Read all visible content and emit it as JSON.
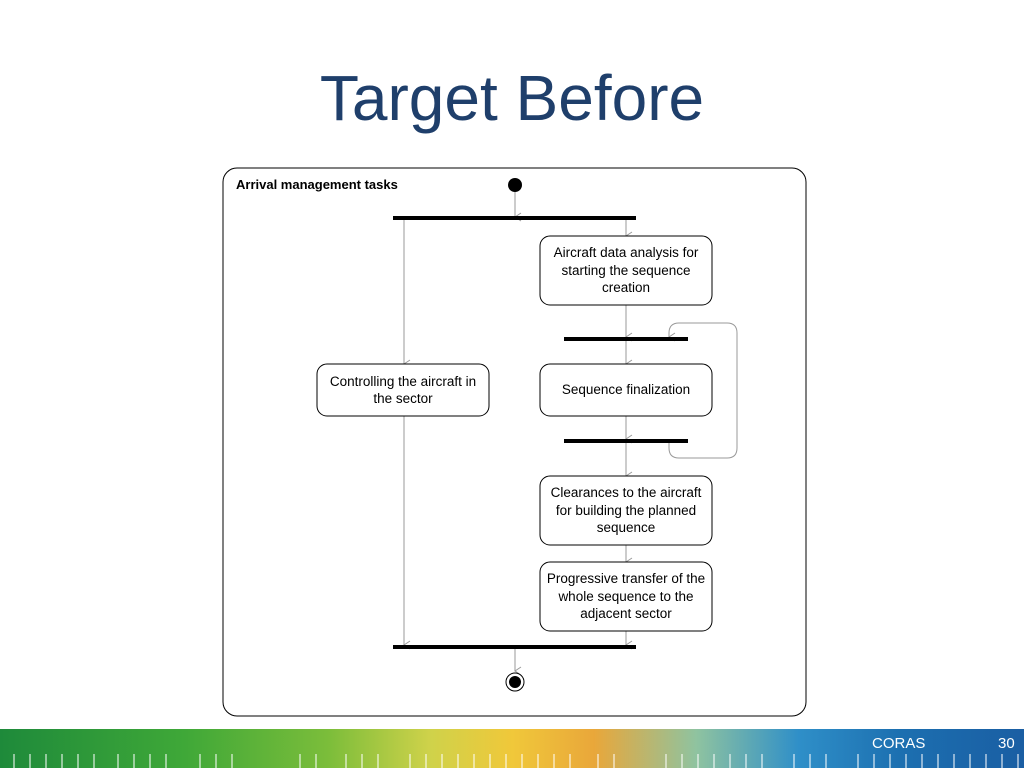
{
  "slide": {
    "title": "Target Before"
  },
  "diagram": {
    "frame_label": "Arrival management tasks",
    "nodes": {
      "aircraft_data_analysis": "Aircraft data analysis for starting the sequence creation",
      "controlling_aircraft": "Controlling the aircraft in the sector",
      "sequence_finalization": "Sequence finalization",
      "clearances": "Clearances to the aircraft for building the planned sequence",
      "progressive_transfer": "Progressive transfer of the whole sequence to the adjacent sector"
    }
  },
  "footer": {
    "brand": "CORAS",
    "page_number": "30"
  },
  "colors": {
    "title": "#1f3f6b",
    "flow_line": "#9a9a9a",
    "bar": "#000000"
  }
}
